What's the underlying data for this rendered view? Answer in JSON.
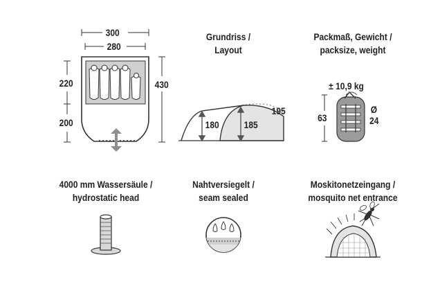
{
  "colors": {
    "stroke": "#333333",
    "inner_gray": "#cfcfcf",
    "light_gray": "#e4e4e4",
    "mid_gray": "#9b9b9b",
    "dark_gray": "#555555",
    "dotted": "#8a8a8a"
  },
  "floorplan": {
    "width_outer": "300",
    "width_inner": "280",
    "depth_inner": "220",
    "depth_vestibule": "200",
    "length_total": "430",
    "sleeper_count": 5,
    "icons": [
      "person-icon",
      "arrow-icon"
    ]
  },
  "layout_section": {
    "title_line1": "Grundriss /",
    "title_line2": "Layout",
    "height_inner": "180",
    "height_mid": "185",
    "height_outer": "195"
  },
  "pack_section": {
    "title_line1": "Packmaß, Gewicht /",
    "title_line2": "packsize, weight",
    "weight": "± 10,9 kg",
    "length": "63",
    "diameter_symbol": "Ø",
    "diameter": "24"
  },
  "features": [
    {
      "line1": "4000 mm Wassersäule /",
      "line2": "hydrostatic head",
      "icon": "water-column-icon"
    },
    {
      "line1": "Nahtversiegelt /",
      "line2": "seam sealed",
      "icon": "seam-sealed-icon"
    },
    {
      "line1": "Moskitonetzeingang /",
      "line2": "mosquito net entrance",
      "icon": "mosquito-net-icon"
    }
  ]
}
